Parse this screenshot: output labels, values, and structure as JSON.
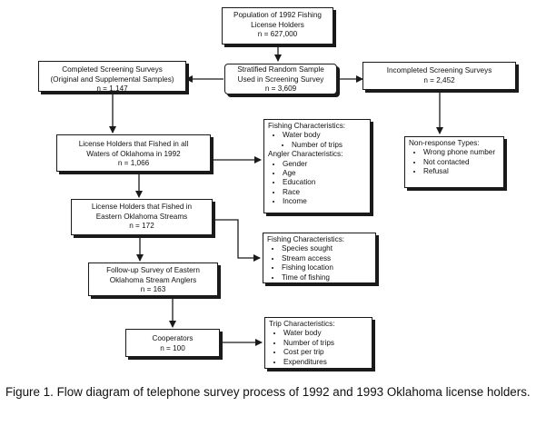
{
  "nodes": {
    "population": {
      "lines": [
        "Population of 1992 Fishing",
        "License Holders",
        "n = 627,000"
      ]
    },
    "sample": {
      "lines": [
        "Stratified Random Sample",
        "Used in Screening Survey",
        "n = 3,609"
      ]
    },
    "completed": {
      "lines": [
        "Completed Screening Surveys",
        "(Original and Supplemental Samples)",
        "n = 1,147"
      ]
    },
    "incompleted": {
      "lines": [
        "Incompleted Screening Surveys",
        "n = 2,452"
      ]
    },
    "fished_all": {
      "lines": [
        "License Holders that Fished in all",
        "Waters of Oklahoma in 1992",
        "n = 1,066"
      ]
    },
    "fished_eastern": {
      "lines": [
        "License Holders that Fished in",
        "Eastern Oklahoma Streams",
        "n = 172"
      ]
    },
    "followup": {
      "lines": [
        "Follow-up Survey of Eastern",
        "Oklahoma Stream Anglers",
        "n = 163"
      ]
    },
    "cooperators": {
      "lines": [
        "Cooperators",
        "n = 100"
      ]
    }
  },
  "lists": {
    "characteristics_1": {
      "heading": "Fishing Characteristics:",
      "items": [
        "Water body"
      ],
      "subitems": [
        "Number of trips"
      ],
      "heading2": "Angler Characteristics:",
      "items2": [
        "Gender",
        "Age",
        "Education",
        "Race",
        "Income"
      ]
    },
    "nonresponse": {
      "heading": "Non-response Types:",
      "items": [
        "Wrong phone number",
        "Not contacted",
        "Refusal"
      ]
    },
    "characteristics_2": {
      "heading": "Fishing Characteristics:",
      "items": [
        "Species sought",
        "Stream access",
        "Fishing location",
        "Time of fishing"
      ]
    },
    "trip": {
      "heading": "Trip Characteristics:",
      "items": [
        "Water body",
        "Number of trips",
        "Cost per trip",
        "Expenditures"
      ]
    }
  },
  "caption": "Figure 1.  Flow diagram of telephone survey process of 1992 and 1993 Oklahoma license holders.",
  "colors": {
    "ink": "#1a1a1a",
    "background": "#ffffff"
  }
}
